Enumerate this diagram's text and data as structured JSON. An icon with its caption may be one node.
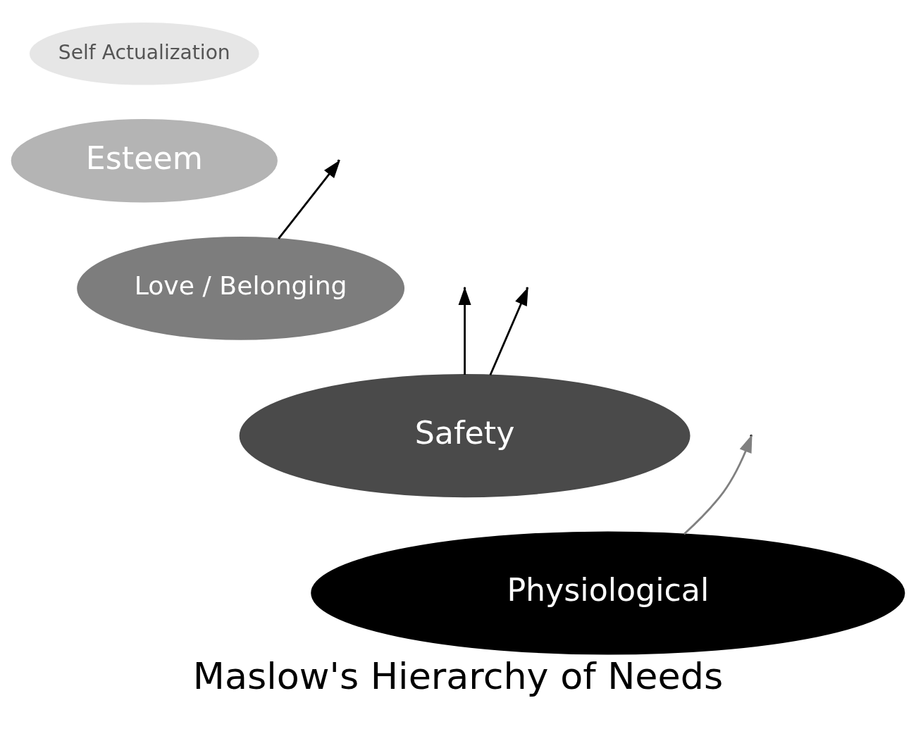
{
  "diagram": {
    "title": "Maslow's Hierarchy of Needs",
    "nodes": [
      {
        "text": [
          "Self Actualization"
        ]
      },
      {
        "text": [
          "Esteem"
        ]
      },
      {
        "text": [
          "Love / Belonging"
        ]
      },
      {
        "text": [
          "Safety"
        ]
      },
      {
        "text": [
          "Physiological"
        ]
      }
    ],
    "edges": [
      {
        "from": 4,
        "to": null,
        "arrow": "to",
        "color": "#808080"
      },
      {
        "from": 3,
        "to": null,
        "arrow": "to"
      },
      {
        "from": 3,
        "to": null,
        "arrow": "to"
      },
      {
        "from": 2,
        "to": null,
        "arrow": "to"
      }
    ]
  }
}
